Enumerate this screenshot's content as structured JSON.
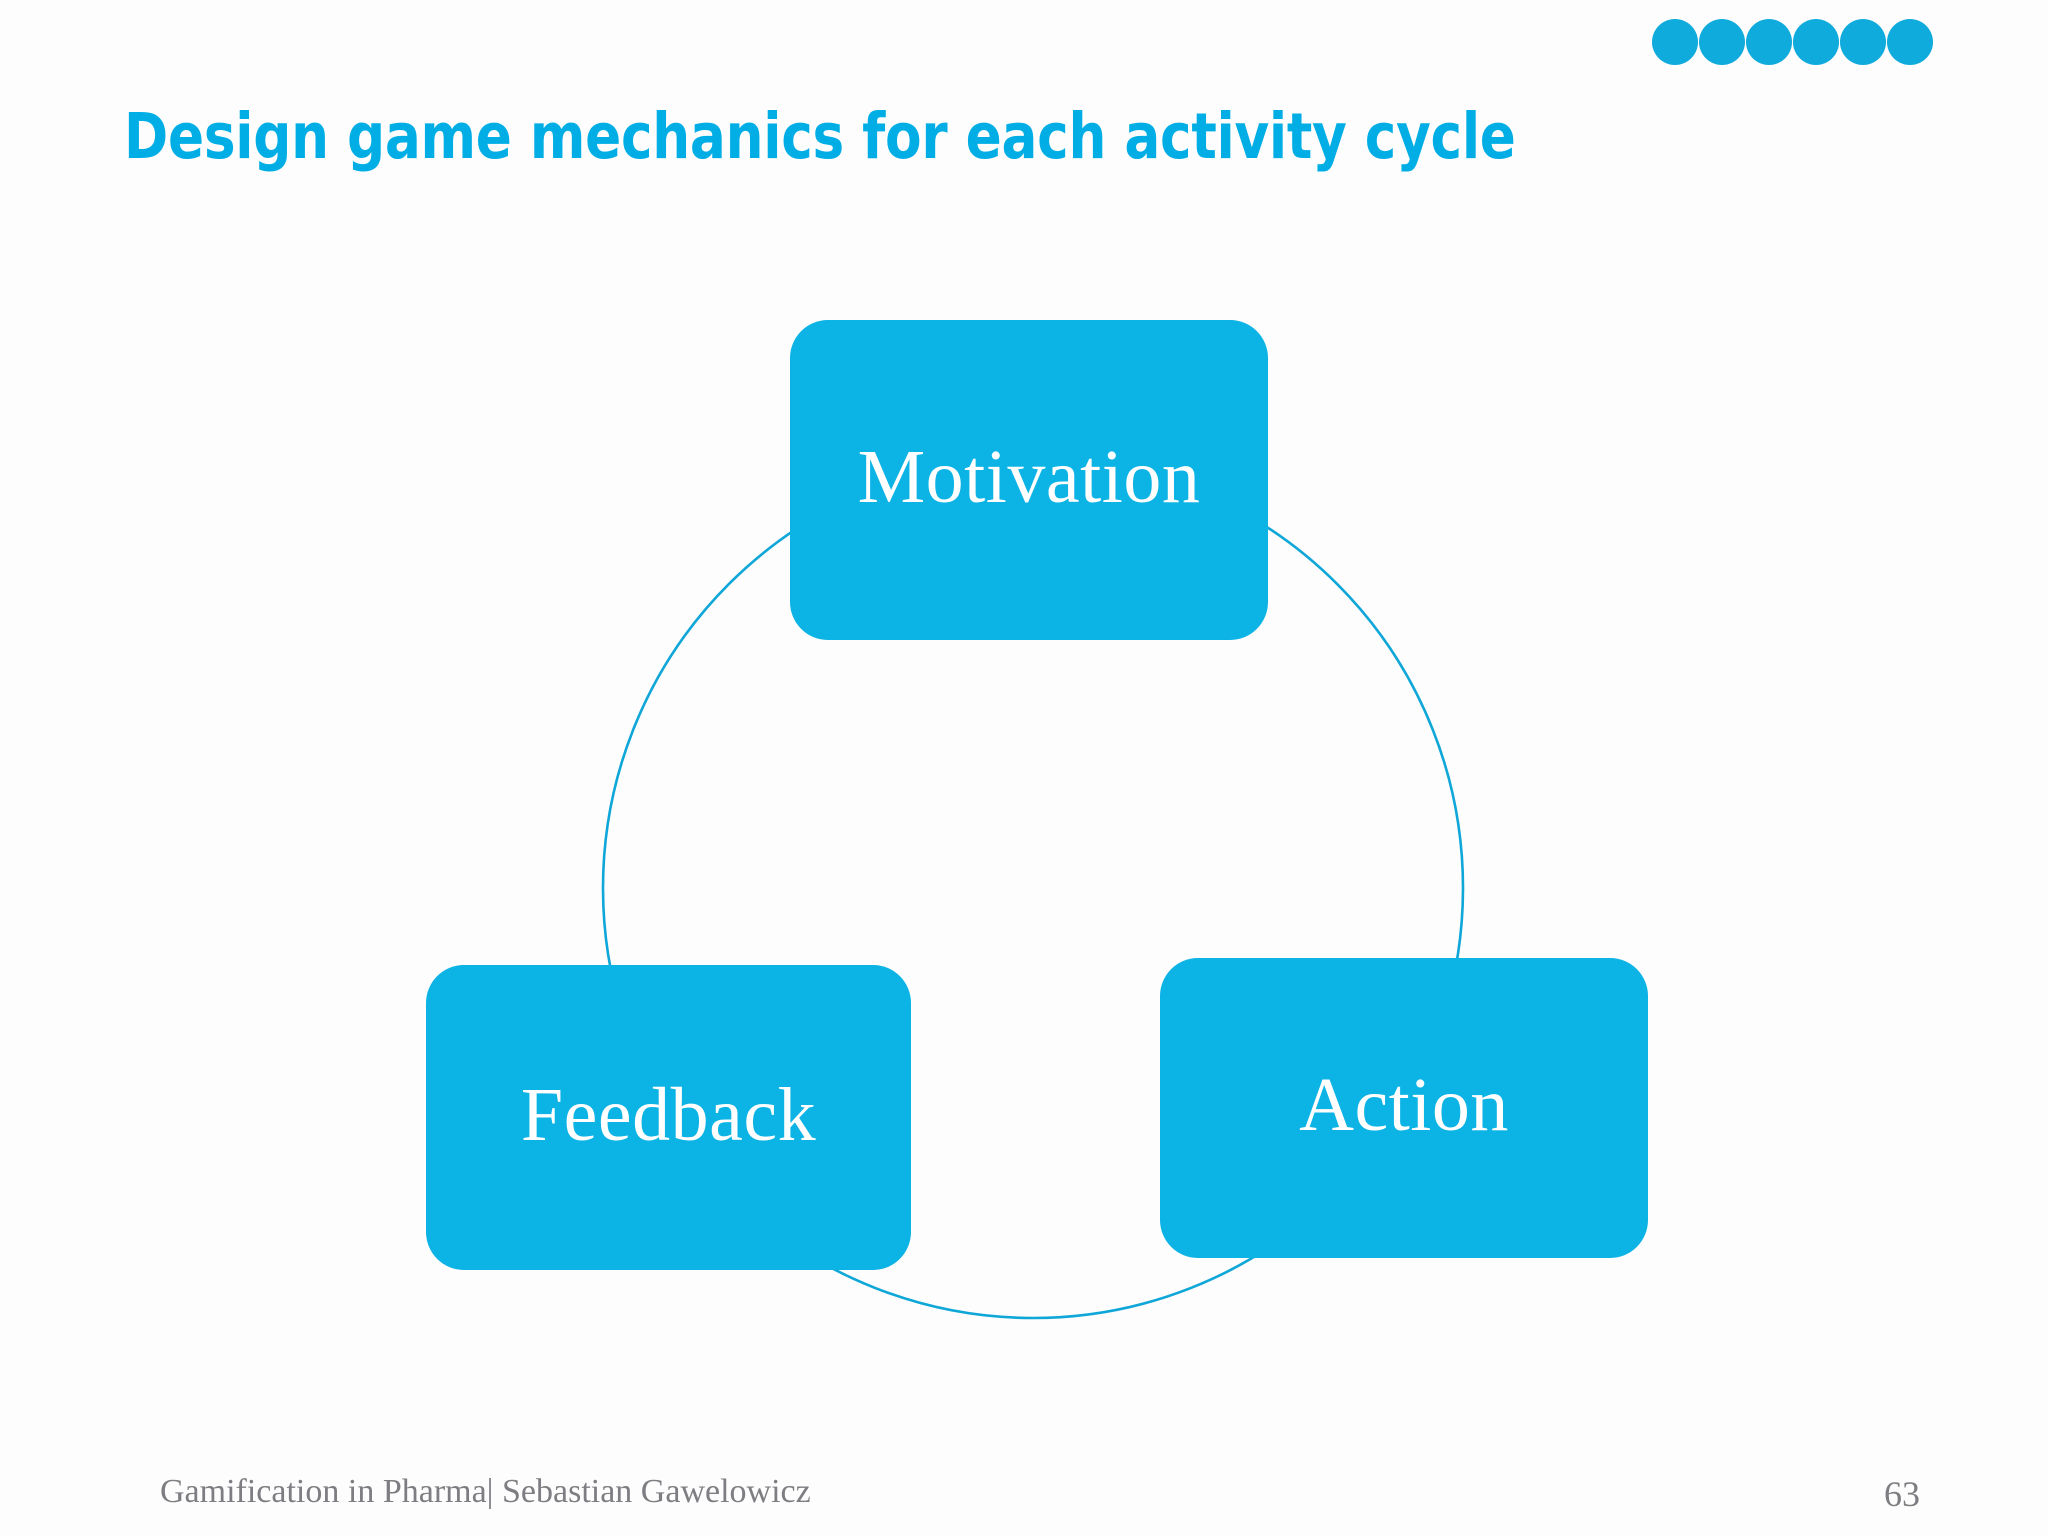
{
  "slide": {
    "title": "Design game mechanics for each activity cycle",
    "background_color": "#fdfdfd",
    "accent_color": "#00aee5",
    "node_color": "#0cb3e5",
    "arc_color": "#0fa6d8",
    "footer_color": "#7d7d82"
  },
  "decoration": {
    "name": "dot-strip",
    "dot_color": "#0fabdc",
    "dots": [
      {
        "label": "dot-1"
      },
      {
        "label": "dot-2"
      },
      {
        "label": "dot-3"
      },
      {
        "label": "dot-4"
      },
      {
        "label": "dot-5"
      },
      {
        "label": "dot-6"
      }
    ]
  },
  "diagram": {
    "type": "cycle",
    "arc_stroke_width": 2.6,
    "nodes": [
      {
        "id": "motivation",
        "label": "Motivation",
        "position": "top"
      },
      {
        "id": "action",
        "label": "Action",
        "position": "bottom-right"
      },
      {
        "id": "feedback",
        "label": "Feedback",
        "position": "bottom-left"
      }
    ]
  },
  "footer": {
    "text": "Gamification in Pharma| Sebastian Gawelowicz",
    "page_number": "63"
  }
}
